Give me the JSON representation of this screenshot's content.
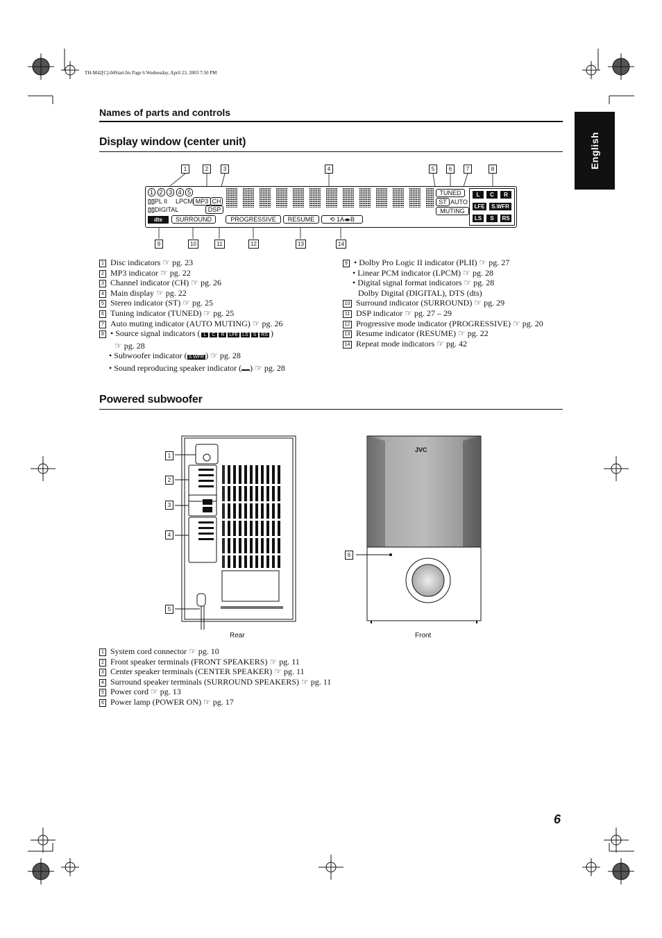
{
  "header": {
    "file_info": "TH-M42[C]-04Start.fm  Page 6  Wednesday, April 23, 2003  7:50 PM"
  },
  "side_tab": {
    "label": "English"
  },
  "section_names": {
    "title": "Names of parts and controls"
  },
  "display_section": {
    "title": "Display window (center unit)",
    "top_callouts": [
      "1",
      "2",
      "3",
      "4",
      "5",
      "6",
      "7",
      "8"
    ],
    "bottom_callouts": [
      "9",
      "10",
      "11",
      "12",
      "13",
      "14"
    ],
    "panel": {
      "disc_numbers": [
        "1",
        "2",
        "3",
        "4",
        "5"
      ],
      "pl2": "PL II",
      "lpcm": "LPCM",
      "mp3": "MP3",
      "ch": "CH",
      "digital": "DIGITAL",
      "dsp": "DSP",
      "dts": "dts",
      "surround": "SURROUND",
      "progressive": "PROGRESSIVE",
      "resume": "RESUME",
      "repeat": "1A",
      "repeat_b": "B",
      "tuned": "TUNED",
      "st": "ST",
      "auto": "AUTO",
      "muting": "MUTING",
      "speakers": [
        "L",
        "C",
        "R",
        "LFE",
        "S.WFR",
        "LS",
        "S",
        "RS"
      ]
    },
    "legend_left": [
      {
        "n": "1",
        "text": "Disc indicators ☞ pg. 23"
      },
      {
        "n": "2",
        "text": "MP3 indicator ☞ pg. 22"
      },
      {
        "n": "3",
        "text": "Channel indicator (CH) ☞ pg. 26"
      },
      {
        "n": "4",
        "text": "Main display ☞ pg. 22"
      },
      {
        "n": "5",
        "text": "Stereo indicator (ST) ☞ pg. 25"
      },
      {
        "n": "6",
        "text": "Tuning indicator (TUNED) ☞ pg. 25"
      },
      {
        "n": "7",
        "text": "Auto muting indicator (AUTO MUTING) ☞ pg. 26"
      },
      {
        "n": "8",
        "text": "• Source signal indicators (",
        "suffix": ")"
      }
    ],
    "legend_left_extra": {
      "pg28a": "☞ pg. 28",
      "subwoofer_pre": "• Subwoofer indicator (",
      "subwoofer_post": ") ☞ pg. 28",
      "sound_pre": "• Sound reproducing speaker indicator (",
      "sound_post": ") ☞ pg. 28"
    },
    "legend_right": [
      {
        "n": "9",
        "text": "• Dolby Pro Logic II indicator (PLII) ☞ pg. 27"
      },
      {
        "n": "",
        "text": "• Linear PCM indicator (LPCM) ☞ pg. 28"
      },
      {
        "n": "",
        "text": "• Digital signal format indicators ☞ pg. 28"
      },
      {
        "n": "",
        "text": "Dolby Digital (DIGITAL), DTS (dts)"
      },
      {
        "n": "10",
        "text": "Surround indicator (SURROUND) ☞ pg. 29"
      },
      {
        "n": "11",
        "text": "DSP indicator ☞ pg. 27 – 29"
      },
      {
        "n": "12",
        "text": "Progressive mode indicator (PROGRESSIVE) ☞ pg. 20"
      },
      {
        "n": "13",
        "text": "Resume indicator (RESUME) ☞ pg. 22"
      },
      {
        "n": "14",
        "text": "Repeat mode indicators ☞ pg. 42"
      }
    ]
  },
  "subwoofer_section": {
    "title": "Powered subwoofer",
    "rear_caption": "Rear",
    "front_caption": "Front",
    "brand": "JVC",
    "rear_callouts": [
      "1",
      "2",
      "3",
      "4",
      "5"
    ],
    "front_callouts": [
      "6"
    ],
    "legend": [
      {
        "n": "1",
        "text": "System cord connector ☞ pg. 10"
      },
      {
        "n": "2",
        "text": "Front speaker terminals (FRONT SPEAKERS) ☞ pg. 11"
      },
      {
        "n": "3",
        "text": "Center speaker terminals (CENTER SPEAKER) ☞ pg. 11"
      },
      {
        "n": "4",
        "text": "Surround speaker terminals (SURROUND SPEAKERS) ☞ pg. 11"
      },
      {
        "n": "5",
        "text": "Power cord ☞ pg. 13"
      },
      {
        "n": "6",
        "text": "Power lamp (POWER ON) ☞ pg. 17"
      }
    ]
  },
  "page_number": "6"
}
